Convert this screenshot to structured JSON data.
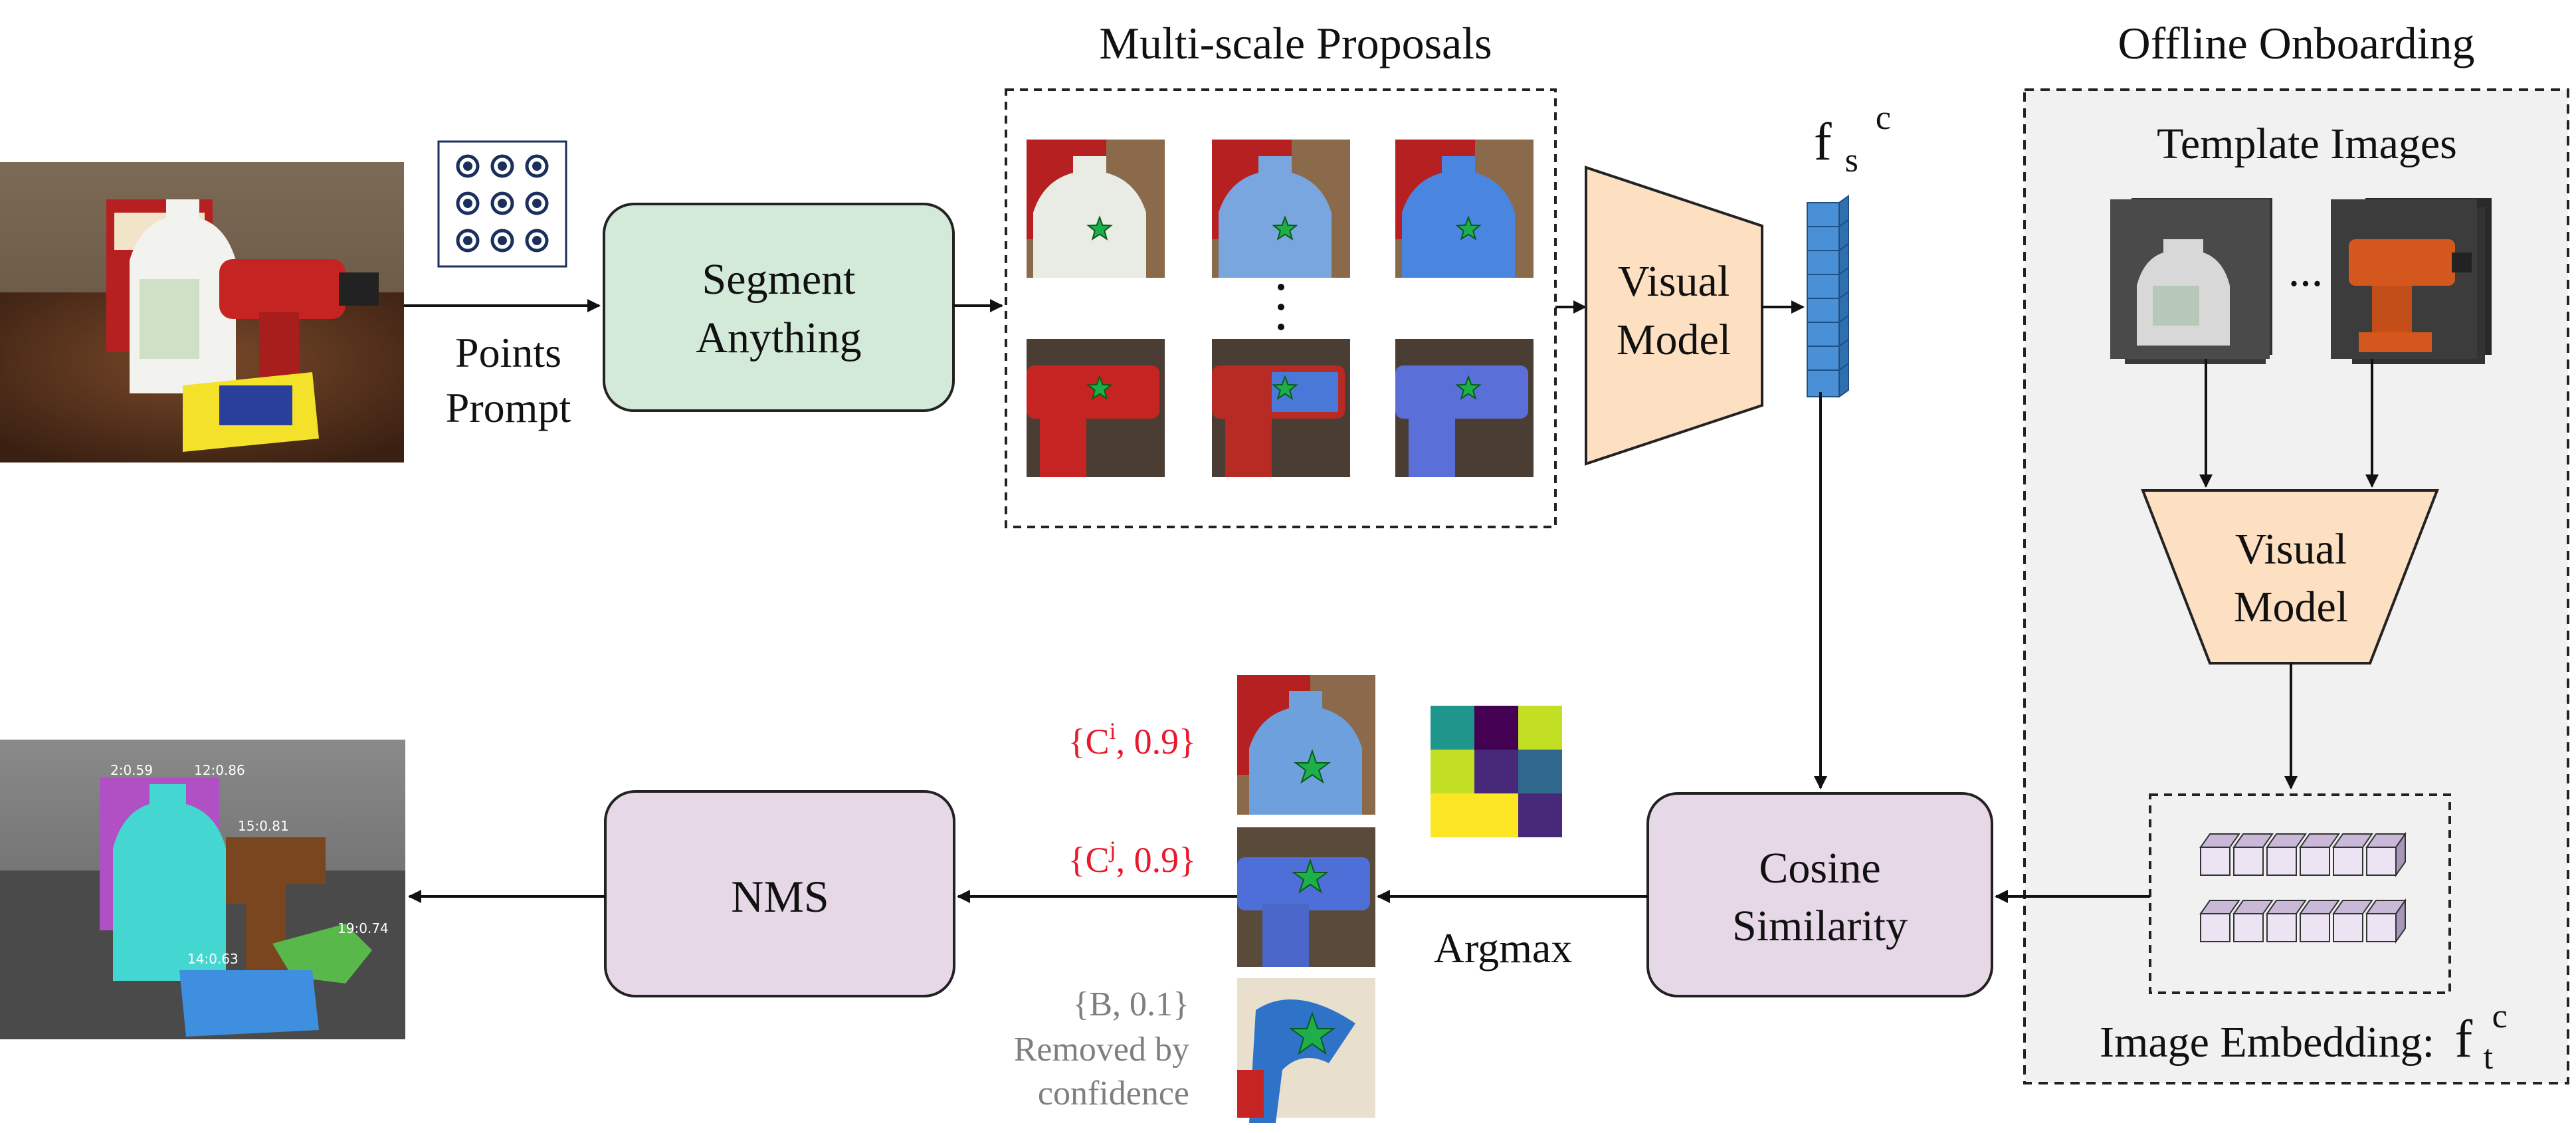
{
  "title_proposals": "Multi-scale Proposals",
  "title_offline": "Offline Onboarding",
  "points_prompt": [
    "Points",
    "Prompt"
  ],
  "segment_anything": [
    "Segment",
    "Anything"
  ],
  "visual_model_top": [
    "Visual",
    "Model"
  ],
  "visual_model_right": [
    "Visual",
    "Model"
  ],
  "feature_s": {
    "base": "f",
    "sub": "s",
    "sup": "c"
  },
  "template_images": "Template Images",
  "ellipsis_h": "...",
  "image_embedding": {
    "text": "Image Embedding:",
    "base": "f",
    "sub": "t",
    "sup": "c"
  },
  "cosine_similarity": [
    "Cosine",
    "Similarity"
  ],
  "argmax": "Argmax",
  "nms": "NMS",
  "result_labels": [
    {
      "text": "{C",
      "sup": "i",
      "rest": ", 0.9}"
    },
    {
      "text": "{C",
      "sup": "j",
      "rest": ", 0.9}"
    }
  ],
  "removed": [
    "{B, 0.1}",
    "Removed by",
    "confidence"
  ],
  "scene_labels": [
    "2:0.59",
    "12:0.86",
    "15:0.81",
    "19:0.74",
    "14:0.63"
  ],
  "colors": {
    "segment_fill": "#d4ead9",
    "visual_fill": "#fde0c2",
    "purple_fill": "#e6d8e6",
    "offline_bg": "#f1f1f1",
    "red_text": "#e8192c",
    "gray_text": "#7f7f7f",
    "feature_blue": "#4a90d6"
  },
  "heatmap": [
    "#1f968b",
    "#440154",
    "#c2df23",
    "#c2df23",
    "#482878",
    "#31688e",
    "#fde725",
    "#fde725",
    "#482878"
  ]
}
